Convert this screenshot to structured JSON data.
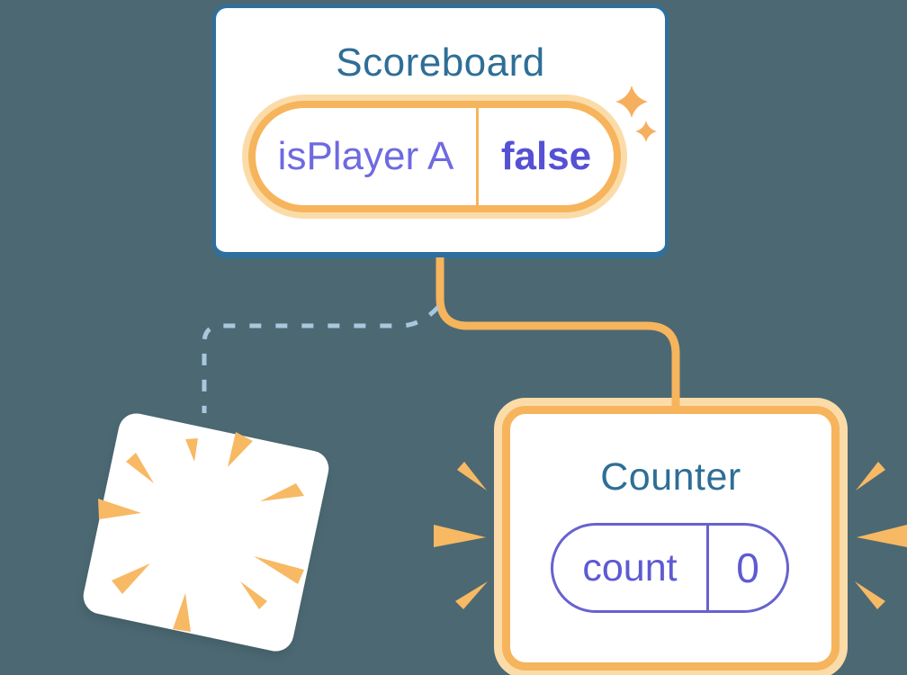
{
  "diagram": {
    "scoreboard": {
      "title": "Scoreboard",
      "state": {
        "name": "isPlayer A",
        "value": "false"
      }
    },
    "counter": {
      "title": "Counter",
      "state": {
        "name": "count",
        "value": "0"
      }
    },
    "connections": {
      "scoreboard_to_counter": "solid orange line (kept subtree)",
      "scoreboard_to_removed": "dashed blue line (removed subtree)"
    },
    "icons": {
      "sparkle": "four-point star sparkles beside the highlighted state pill",
      "explosion_burst": "orange wedge burst inside the removed card",
      "emphasis_burst": "orange wedges flanking the Counter card"
    }
  },
  "colors": {
    "bg": "#4C6973",
    "blue": "#2F6F9E",
    "title-blue": "#2E6E97",
    "orange": "#F6B45C",
    "orange-glow": "#FBDCA9",
    "purple": "#5551D4",
    "purple-light": "#6F6AE0",
    "purple-border": "#6762CF",
    "purple-text": "#5E5AD2",
    "dash-blue": "#A9C7DD",
    "sparkle-orange": "#F5AF5E",
    "burst-orange": "#F7B964"
  }
}
